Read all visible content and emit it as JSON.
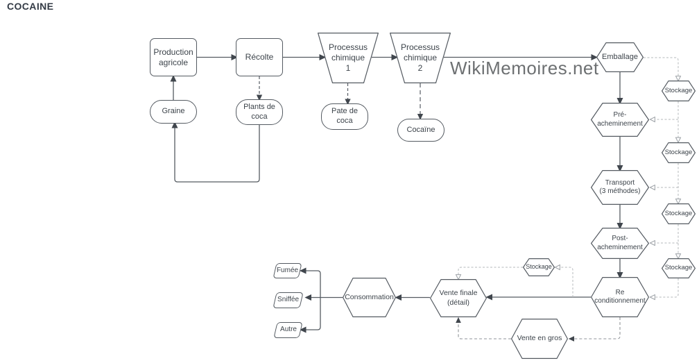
{
  "title": "COCAINE",
  "watermark": "WikiMemoires.net",
  "colors": {
    "shape_stroke": "#545a61",
    "text": "#3c434a",
    "solid_line": "#555b61",
    "light_dashed_line": "#b5b8bb",
    "mid_dashed_line": "#8f9398",
    "title": "#333a45",
    "watermark": "#6d7072"
  },
  "nodes": {
    "production": {
      "label": "Production\nagricole"
    },
    "recolte": {
      "label": "Récolte"
    },
    "processus1": {
      "label": "Processus\nchimique\n1"
    },
    "processus2": {
      "label": "Processus\nchimique\n2"
    },
    "graine": {
      "label": "Graine"
    },
    "plants": {
      "label": "Plants de\ncoca"
    },
    "pate": {
      "label": "Pate de\ncoca"
    },
    "cocaine": {
      "label": "Cocaïne"
    },
    "emballage": {
      "label": "Emballage"
    },
    "pre_acheminement": {
      "label": "Pré-\nacheminement"
    },
    "transport": {
      "label": "Transport\n(3 méthodes)"
    },
    "post_acheminement": {
      "label": "Post-\nacheminement"
    },
    "reconditionnement": {
      "label": "Re\nconditionnement"
    },
    "stockage": {
      "label": "Stockage"
    },
    "vente_finale": {
      "label": "Vente finale\n(détail)"
    },
    "vente_gros": {
      "label": "Vente en gros"
    },
    "consommation": {
      "label": "Consommation"
    },
    "fumee": {
      "label": "Fumée"
    },
    "sniffee": {
      "label": "Sniffée"
    },
    "autre": {
      "label": "Autre"
    }
  },
  "edges": [
    {
      "from": "Graine",
      "to": "Production agricole",
      "style": "solid"
    },
    {
      "from": "Production agricole",
      "to": "Récolte",
      "style": "solid"
    },
    {
      "from": "Récolte",
      "to": "Plants de coca",
      "style": "dashed"
    },
    {
      "from": "Plants de coca",
      "to": "Graine",
      "style": "solid"
    },
    {
      "from": "Récolte",
      "to": "Processus chimique 1",
      "style": "solid"
    },
    {
      "from": "Processus chimique 1",
      "to": "Pate de coca",
      "style": "dashed"
    },
    {
      "from": "Processus chimique 1",
      "to": "Processus chimique 2",
      "style": "solid"
    },
    {
      "from": "Processus chimique 2",
      "to": "Cocaïne",
      "style": "dashed"
    },
    {
      "from": "Processus chimique 2",
      "to": "Emballage",
      "style": "solid"
    },
    {
      "from": "Emballage",
      "to": "Stockage",
      "style": "dashed"
    },
    {
      "from": "Emballage",
      "to": "Pré-acheminement",
      "style": "solid"
    },
    {
      "from": "Stockage",
      "to": "Pré-acheminement",
      "style": "dashed"
    },
    {
      "from": "Pré-acheminement",
      "to": "Transport (3 méthodes)",
      "style": "solid"
    },
    {
      "from": "Stockage",
      "to": "Transport (3 méthodes)",
      "style": "dashed"
    },
    {
      "from": "Transport (3 méthodes)",
      "to": "Post-acheminement",
      "style": "solid"
    },
    {
      "from": "Stockage",
      "to": "Post-acheminement",
      "style": "dashed"
    },
    {
      "from": "Post-acheminement",
      "to": "Re conditionnement",
      "style": "solid"
    },
    {
      "from": "Stockage",
      "to": "Re conditionnement",
      "style": "dashed"
    },
    {
      "from": "Re conditionnement",
      "to": "Vente finale (détail)",
      "style": "solid"
    },
    {
      "from": "Re conditionnement",
      "to": "Vente en gros",
      "style": "dashed"
    },
    {
      "from": "Vente en gros",
      "to": "Vente finale (détail)",
      "style": "dashed"
    },
    {
      "from": "Stockage",
      "to": "Vente finale (détail)",
      "style": "dashed"
    },
    {
      "from": "Vente finale (détail)",
      "to": "Consommation",
      "style": "solid"
    },
    {
      "from": "Consommation",
      "to": "Fumée",
      "style": "solid"
    },
    {
      "from": "Consommation",
      "to": "Sniffée",
      "style": "solid"
    },
    {
      "from": "Consommation",
      "to": "Autre",
      "style": "solid"
    }
  ]
}
